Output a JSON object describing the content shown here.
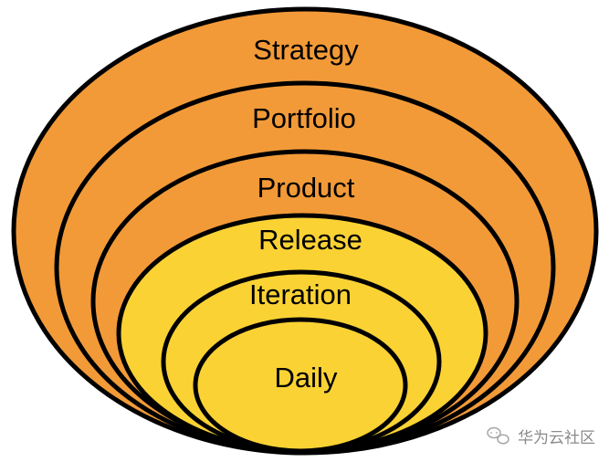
{
  "diagram": {
    "colors": {
      "outer": "#F29A38",
      "inner": "#FAD234",
      "stroke": "#000000",
      "background": "#FFFFFF"
    },
    "levels": [
      {
        "label": "Strategy",
        "fill": "outer"
      },
      {
        "label": "Portfolio",
        "fill": "outer"
      },
      {
        "label": "Product",
        "fill": "outer"
      },
      {
        "label": "Release",
        "fill": "inner"
      },
      {
        "label": "Iteration",
        "fill": "inner"
      },
      {
        "label": "Daily",
        "fill": "inner"
      }
    ]
  },
  "watermark": {
    "text": "华为云社区",
    "icon": "chat-bubble-icon"
  }
}
